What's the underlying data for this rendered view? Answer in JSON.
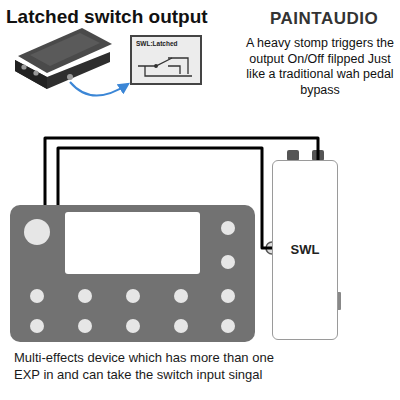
{
  "diagram": {
    "title": "Latched switch output",
    "nodes": [
      {
        "text": [
          "SWL:Latched"
        ]
      },
      {
        "text": [
          "SWL"
        ]
      },
      {
        "text": [
          "Multi-effects device which has more than one EXP in and can take the switch input singal"
        ]
      }
    ],
    "edges": [
      {
        "from": 2,
        "to": 1,
        "arrow": "none"
      },
      {
        "from": 2,
        "to": 1,
        "arrow": "none"
      }
    ],
    "labels": [
      "PAINTAUDIO",
      "A heavy stomp triggers the output On/Off filpped Just like a traditional wah pedal bypass"
    ]
  }
}
